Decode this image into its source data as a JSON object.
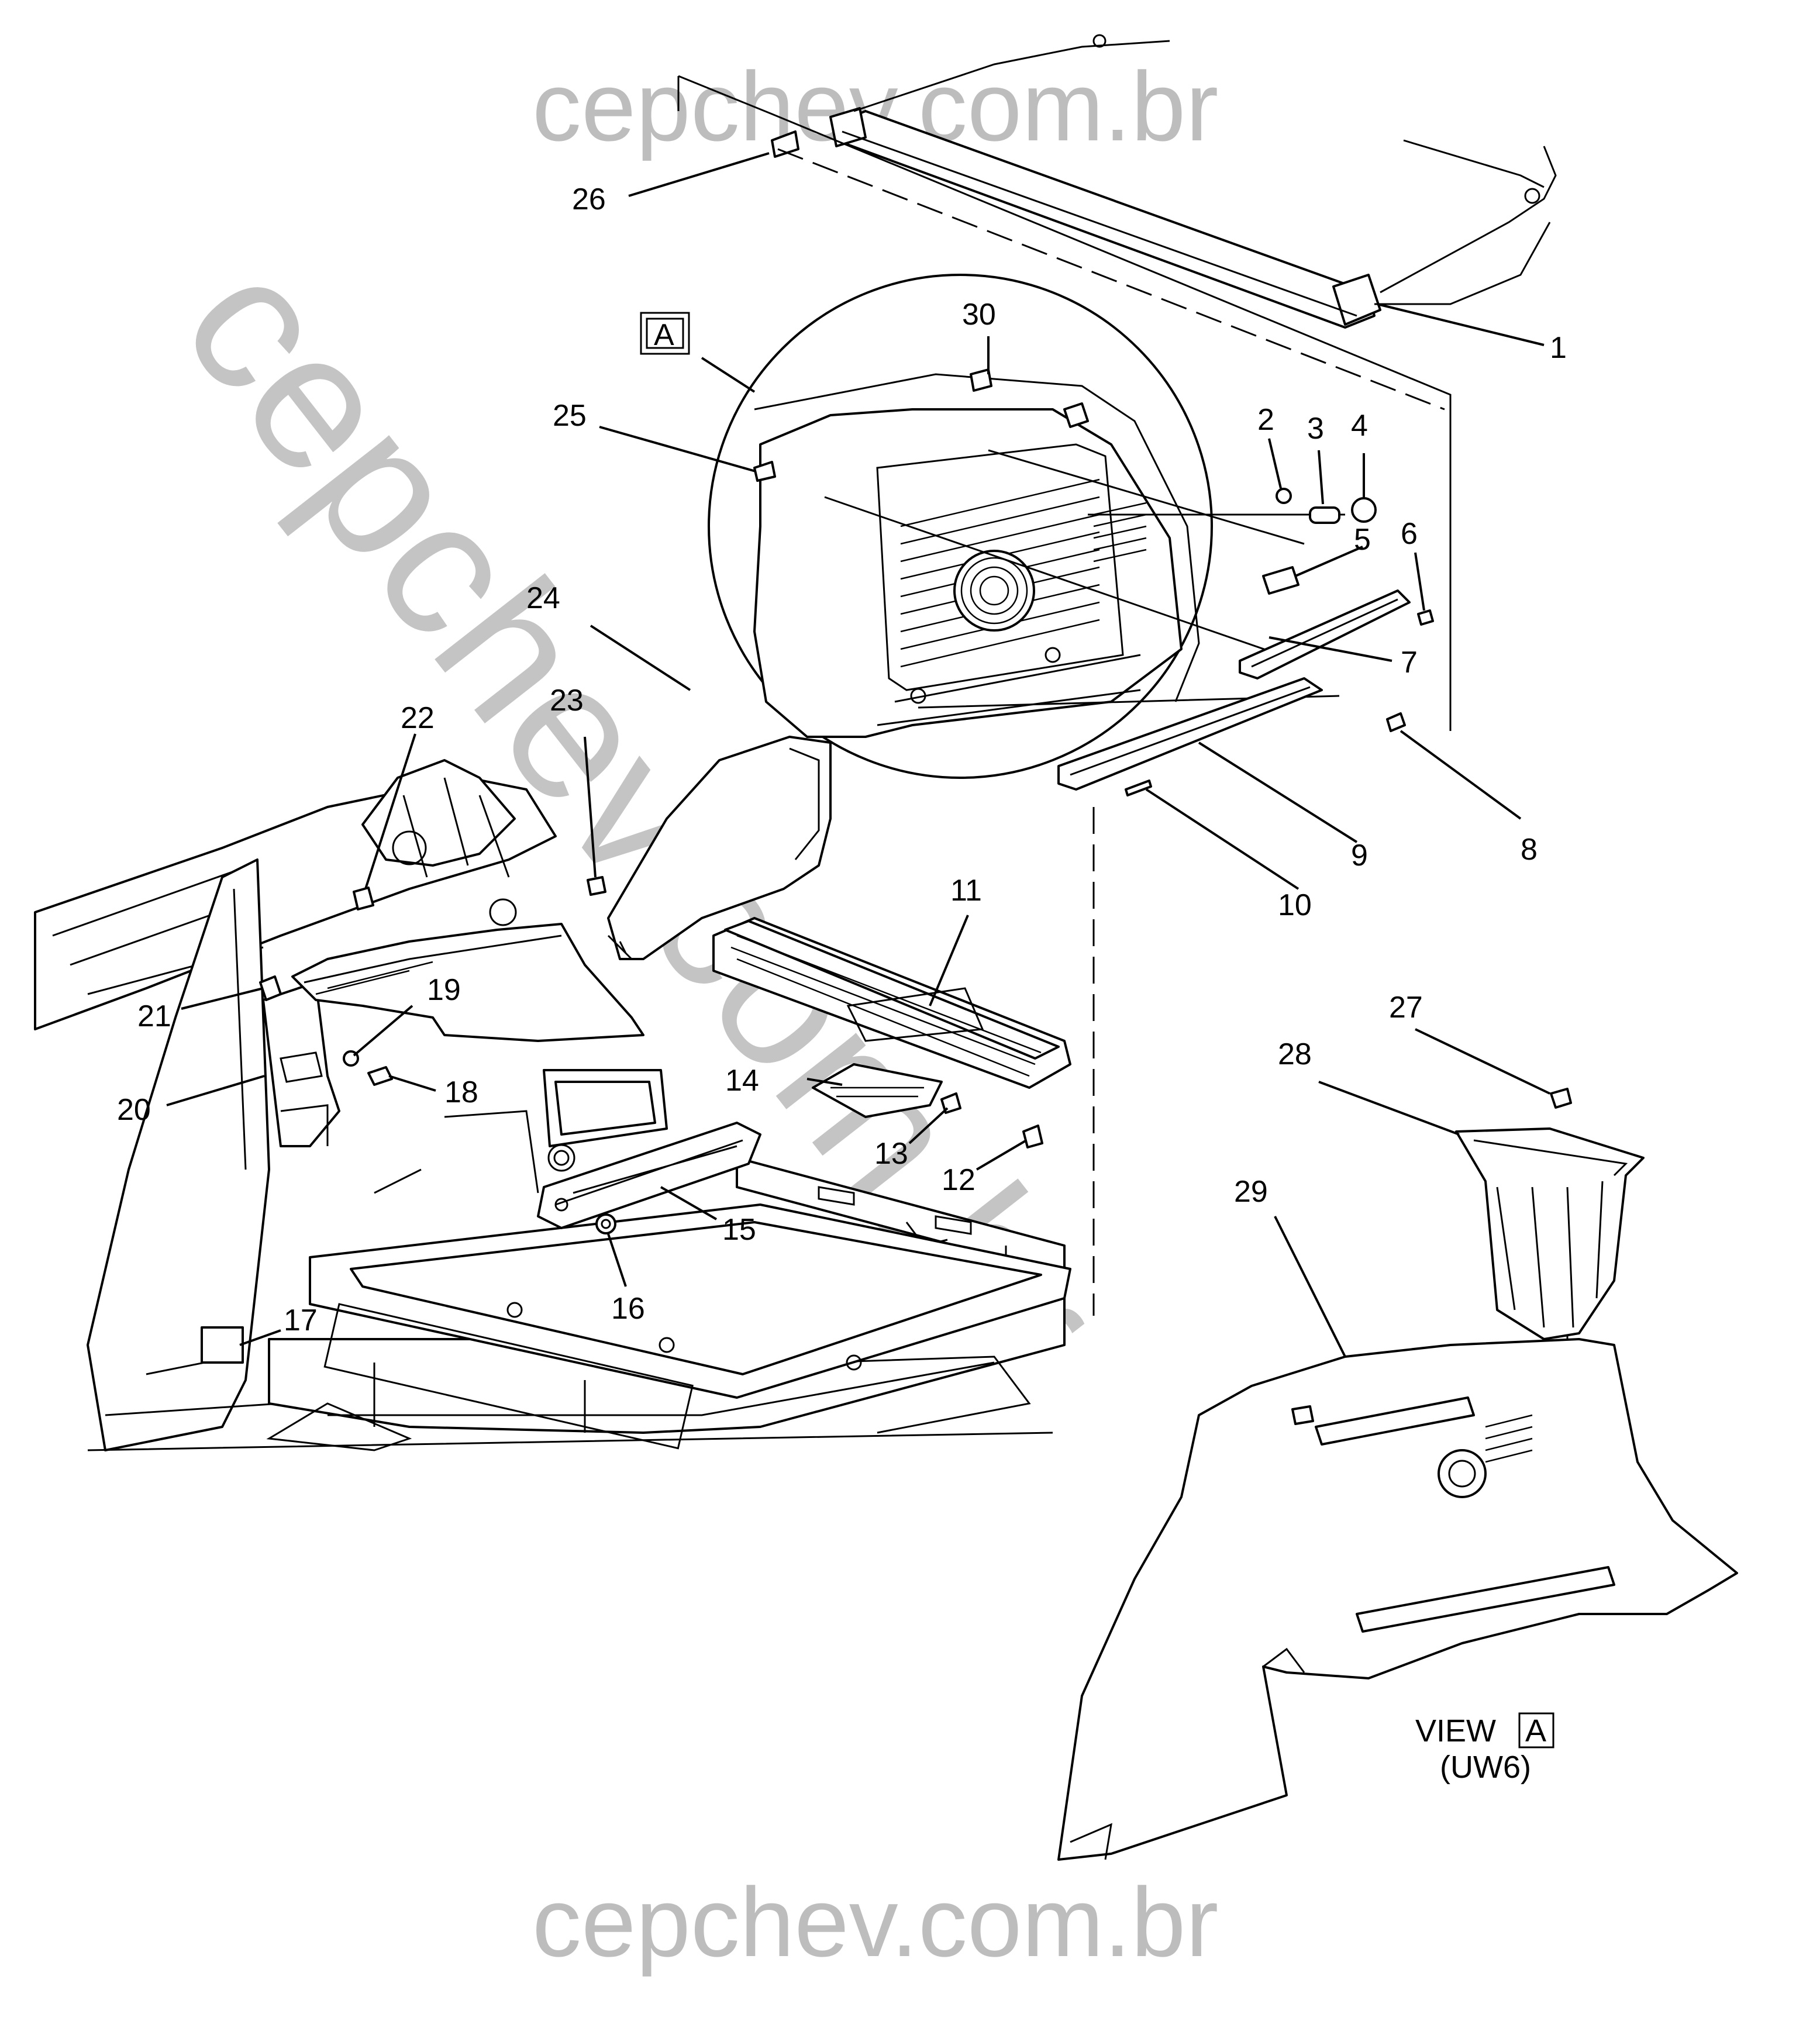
{
  "watermark": {
    "top": "cepchev.com.br",
    "bottom": "cepchev.com.br",
    "diagonal": "cepchev.com.br"
  },
  "detail_ref": "A",
  "view": {
    "label": "VIEW",
    "ref": "A",
    "option": "(UW6)"
  },
  "callouts": [
    "1",
    "2",
    "3",
    "4",
    "5",
    "6",
    "7",
    "8",
    "9",
    "10",
    "11",
    "12",
    "13",
    "14",
    "15",
    "16",
    "17",
    "18",
    "19",
    "20",
    "21",
    "22",
    "23",
    "24",
    "25",
    "26",
    "27",
    "28",
    "29",
    "30"
  ]
}
